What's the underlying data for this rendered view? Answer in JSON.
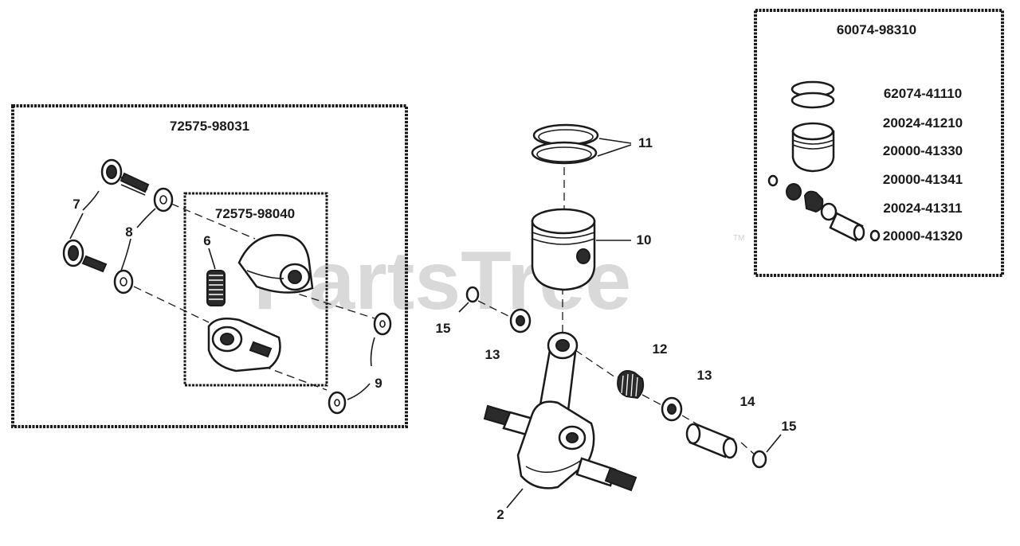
{
  "diagram": {
    "watermark": "PartsTree",
    "trademark": "TM",
    "kits": {
      "left_kit": "72575-98031",
      "inner_kit": "72575-98040",
      "piston_kit": "60074-98310"
    },
    "kit_contents": [
      "62074-41110",
      "20024-41210",
      "20000-41330",
      "20000-41341",
      "20024-41311",
      "20000-41320"
    ],
    "callouts": {
      "c2": "2",
      "c6": "6",
      "c7": "7",
      "c8": "8",
      "c9": "9",
      "c10": "10",
      "c11": "11",
      "c12": "12",
      "c13a": "13",
      "c13b": "13",
      "c14": "14",
      "c15a": "15",
      "c15b": "15"
    }
  }
}
